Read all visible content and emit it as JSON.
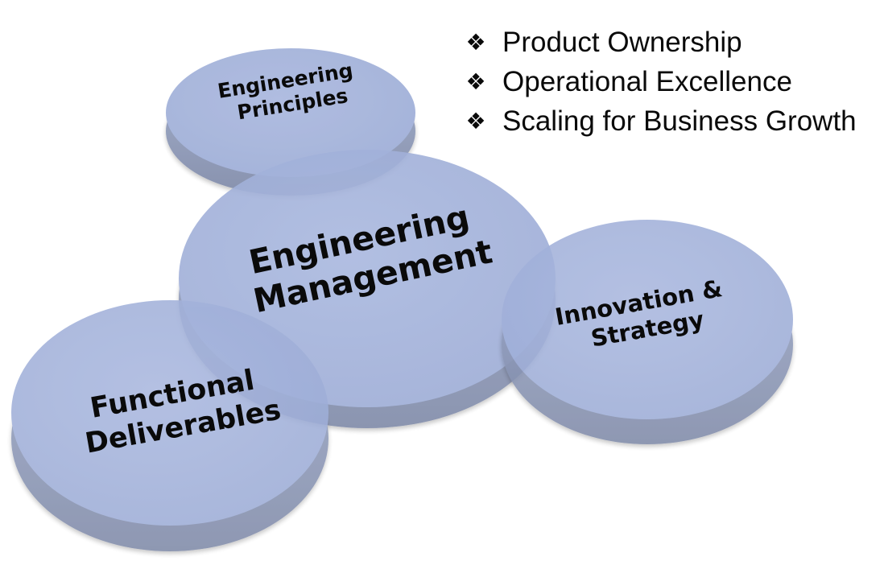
{
  "diagram": {
    "nodes": [
      {
        "id": "engineering-principles",
        "lines": [
          "Engineering",
          "Principles"
        ]
      },
      {
        "id": "engineering-management",
        "lines": [
          "Engineering",
          "Management"
        ]
      },
      {
        "id": "innovation-strategy",
        "lines": [
          "Innovation &",
          "Strategy"
        ]
      },
      {
        "id": "functional-deliverables",
        "lines": [
          "Functional",
          "Deliverables"
        ]
      }
    ],
    "bullets": {
      "icon": "four-diamond-bullet-icon",
      "items": [
        "Product Ownership",
        "Operational Excellence",
        "Scaling for Business Growth"
      ]
    }
  },
  "colors": {
    "disc_top": "#a4b3dc",
    "disc_side": "#8a97b8",
    "overlap": "#6f86c4",
    "text": "#0a0a0a"
  }
}
